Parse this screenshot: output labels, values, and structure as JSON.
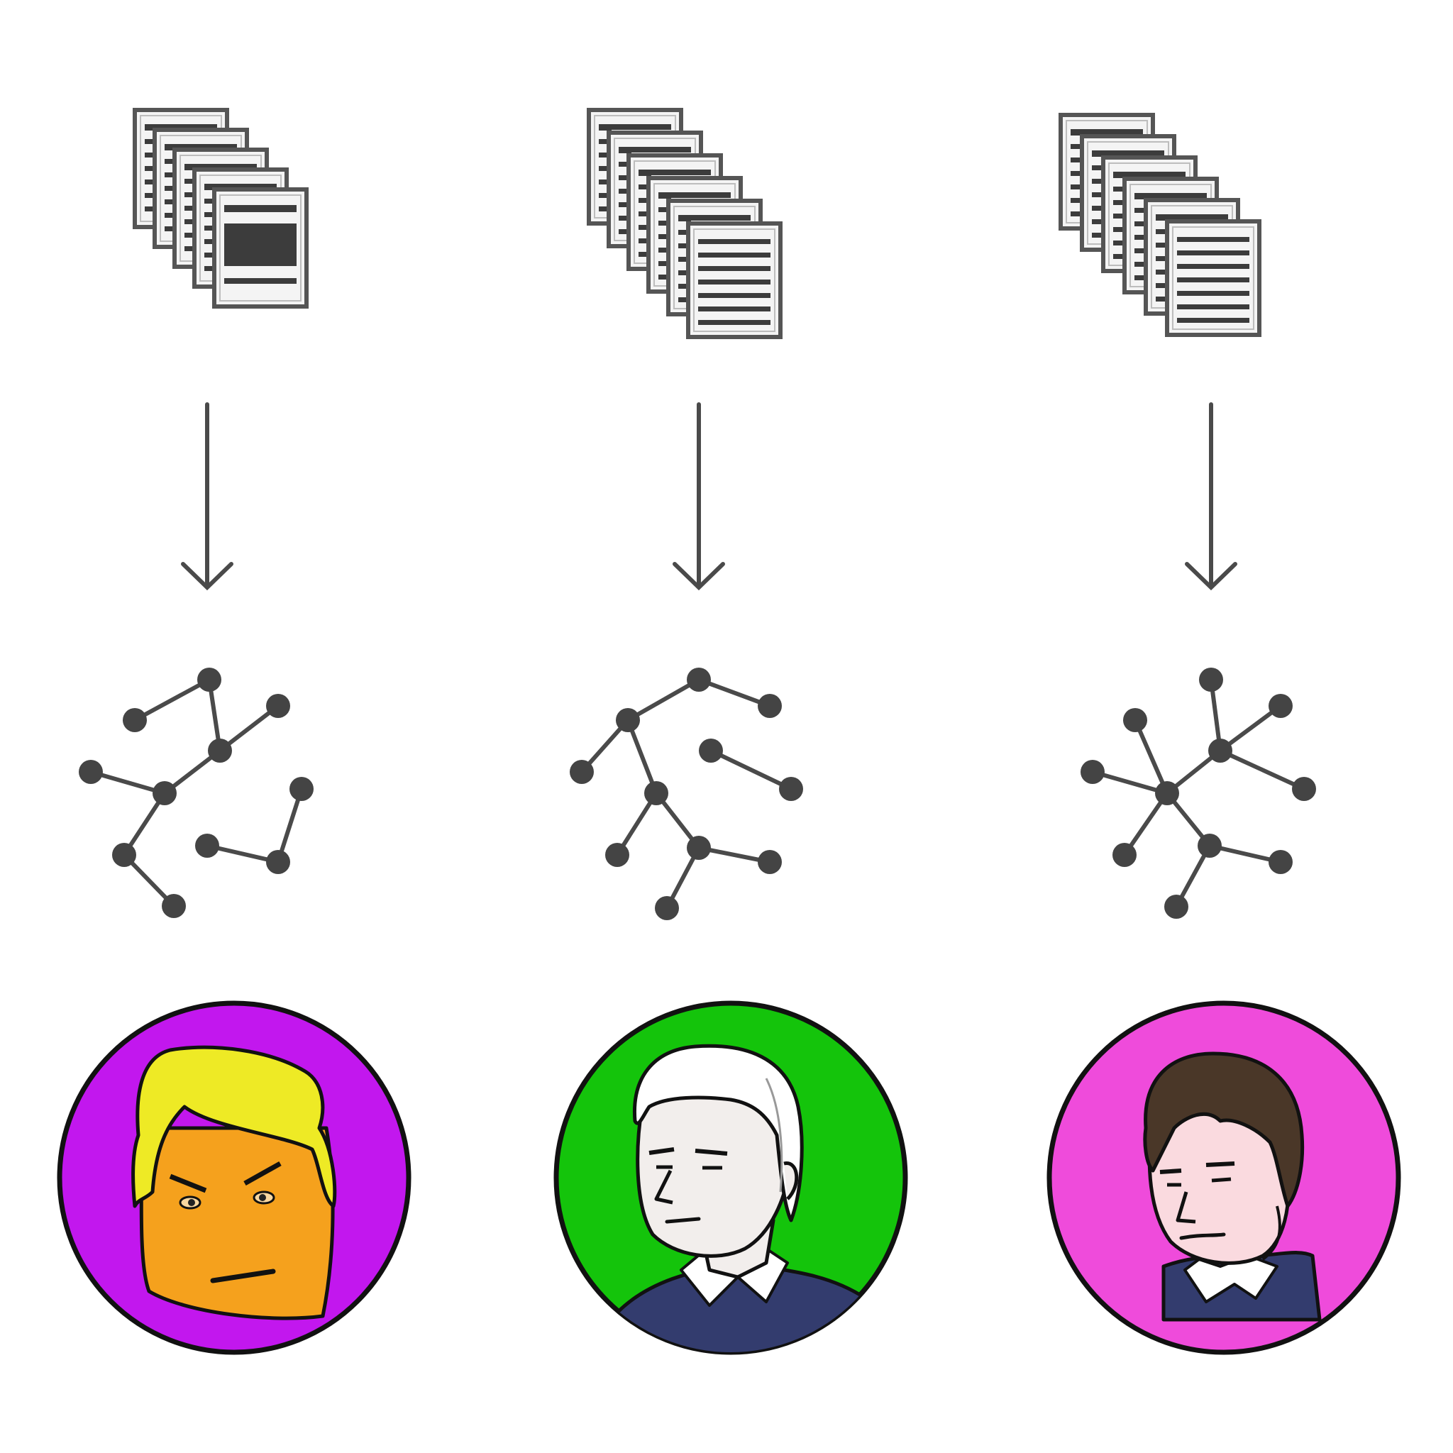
{
  "colors": {
    "background": "#ffffff",
    "line": "#4a4a4a",
    "node": "#444444",
    "document_border": "#555555",
    "document_fill": "#f4f4f4",
    "document_bar": "#3c3c3c"
  },
  "columns": [
    {
      "documents": {
        "icon": "document-stack-icon",
        "count": 5
      },
      "arrow": {
        "icon": "down-arrow-icon"
      },
      "network": {
        "icon": "network-graph-icon",
        "shape": "two-cluster"
      },
      "avatar": {
        "icon": "avatar-blond-angry",
        "bg_color": "#c217ee",
        "skin": "#f5a11d",
        "hair": "#eeea25"
      }
    },
    {
      "documents": {
        "icon": "document-stack-icon",
        "count": 6
      },
      "arrow": {
        "icon": "down-arrow-icon"
      },
      "network": {
        "icon": "network-graph-icon",
        "shape": "tree"
      },
      "avatar": {
        "icon": "avatar-white-hair",
        "bg_color": "#14c40b",
        "skin": "#f2eeec",
        "hair": "#ffffff"
      }
    },
    {
      "documents": {
        "icon": "document-stack-icon",
        "count": 6
      },
      "arrow": {
        "icon": "down-arrow-icon"
      },
      "network": {
        "icon": "network-graph-icon",
        "shape": "star"
      },
      "avatar": {
        "icon": "avatar-brown-hair",
        "bg_color": "#ef4bdb",
        "skin": "#fadadf",
        "hair": "#4a3728"
      }
    }
  ]
}
